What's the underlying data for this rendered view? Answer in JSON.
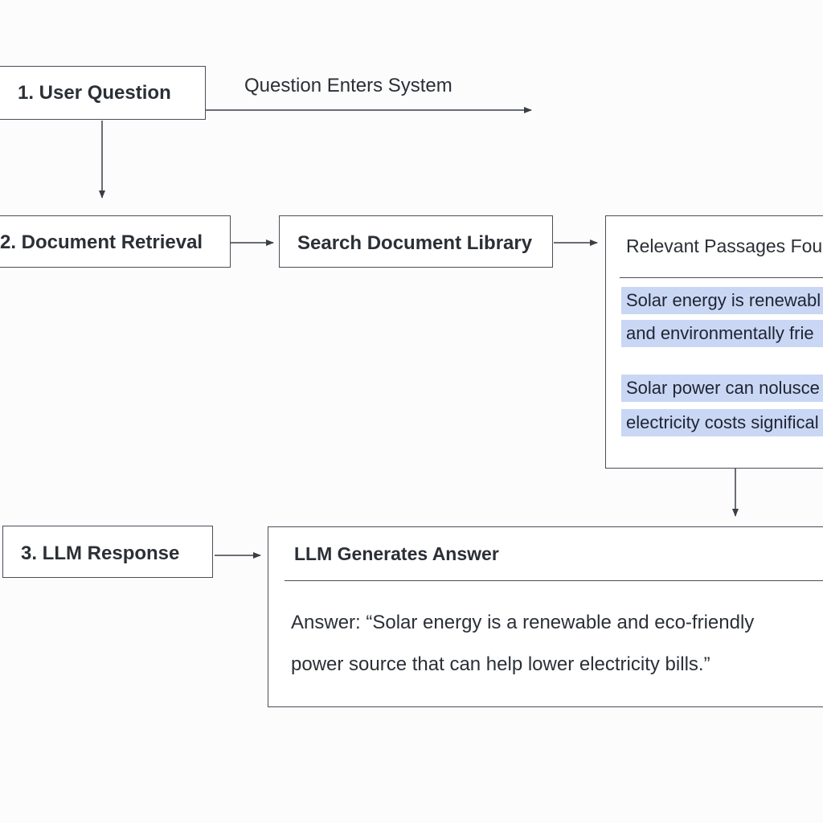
{
  "steps": {
    "user_question": "1. User Question",
    "document_retrieval": "2. Document Retrieval",
    "llm_response": "3. LLM Response"
  },
  "flow_label": "Question Enters System",
  "search_library": "Search Document Library",
  "passages": {
    "title": "Relevant Passages Fou",
    "items": [
      "Solar energy is renewabl",
      "and environmentally frie",
      "Solar power can nolusce",
      "electricity costs significal"
    ]
  },
  "answer": {
    "title": "LLM Generates Answer",
    "line1": "Answer: “Solar energy is a renewable and eco-friendly",
    "line2": "power source that can help lower electricity bills.”"
  },
  "colors": {
    "highlight": "#c9d7f5",
    "border": "#4a4e57",
    "text": "#2b2f36"
  }
}
